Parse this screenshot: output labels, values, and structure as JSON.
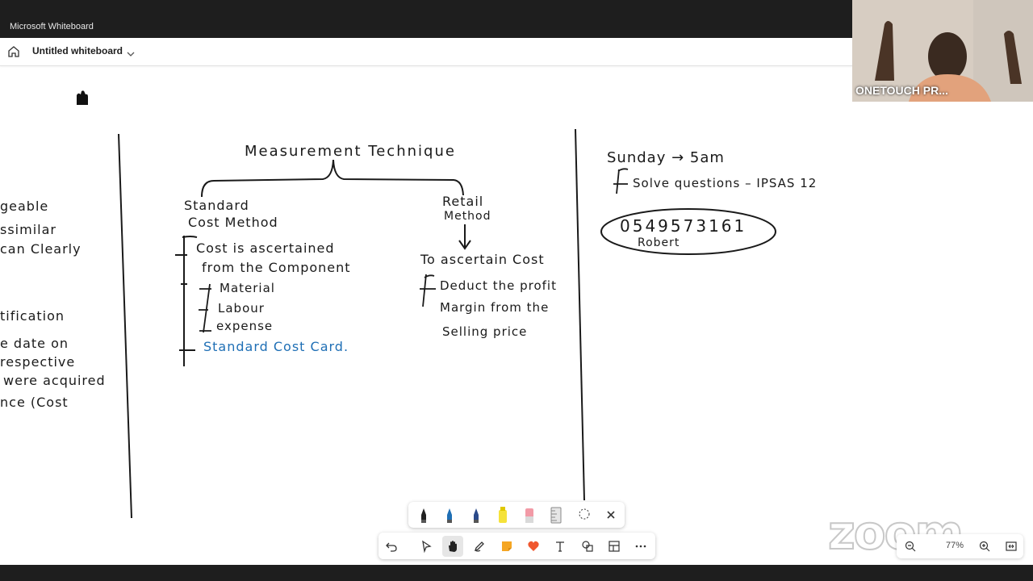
{
  "app": {
    "window_title": "Microsoft Whiteboard"
  },
  "header": {
    "board_title": "Untitled whiteboard"
  },
  "video": {
    "participant_name": "ONETOUCH PR..."
  },
  "board": {
    "left_column": [
      "geable",
      "ssimilar",
      "can Clearly",
      "tification",
      "e date on",
      "respective",
      "were acquired",
      "nce (Cost"
    ],
    "heading": "Measurement Technique",
    "standard_title_1": "Standard",
    "standard_title_2": "Cost Method",
    "standard_points": [
      "Cost is ascertained",
      "from the Component",
      "Material",
      "Labour",
      "expense"
    ],
    "standard_card": "Standard Cost Card.",
    "retail_title_1": "Retail",
    "retail_title_2": "Method",
    "retail_points": [
      "To ascertain Cost",
      "Deduct the profit",
      "Margin from the",
      "Selling price"
    ],
    "schedule_line": "Sunday → 5am",
    "schedule_task": "Solve questions – IPSAS 12",
    "phone_number": "0549573161",
    "contact_name": "Robert"
  },
  "toolbar": {
    "tools": [
      "undo",
      "select",
      "hand",
      "pen",
      "sticky-note",
      "reaction",
      "text",
      "shapes",
      "templates",
      "more"
    ],
    "active_tool": "hand"
  },
  "pen_tray": {
    "pens": [
      "black",
      "blue",
      "dark-blue",
      "yellow-highlighter",
      "eraser",
      "ruler",
      "lasso"
    ]
  },
  "zoom": {
    "level": "77%",
    "logo": "zoom"
  },
  "colors": {
    "ink": "#1a1a1a",
    "blue_ink": "#1f6fb5",
    "sticky": "#f5a623",
    "reaction": "#f0572e"
  }
}
